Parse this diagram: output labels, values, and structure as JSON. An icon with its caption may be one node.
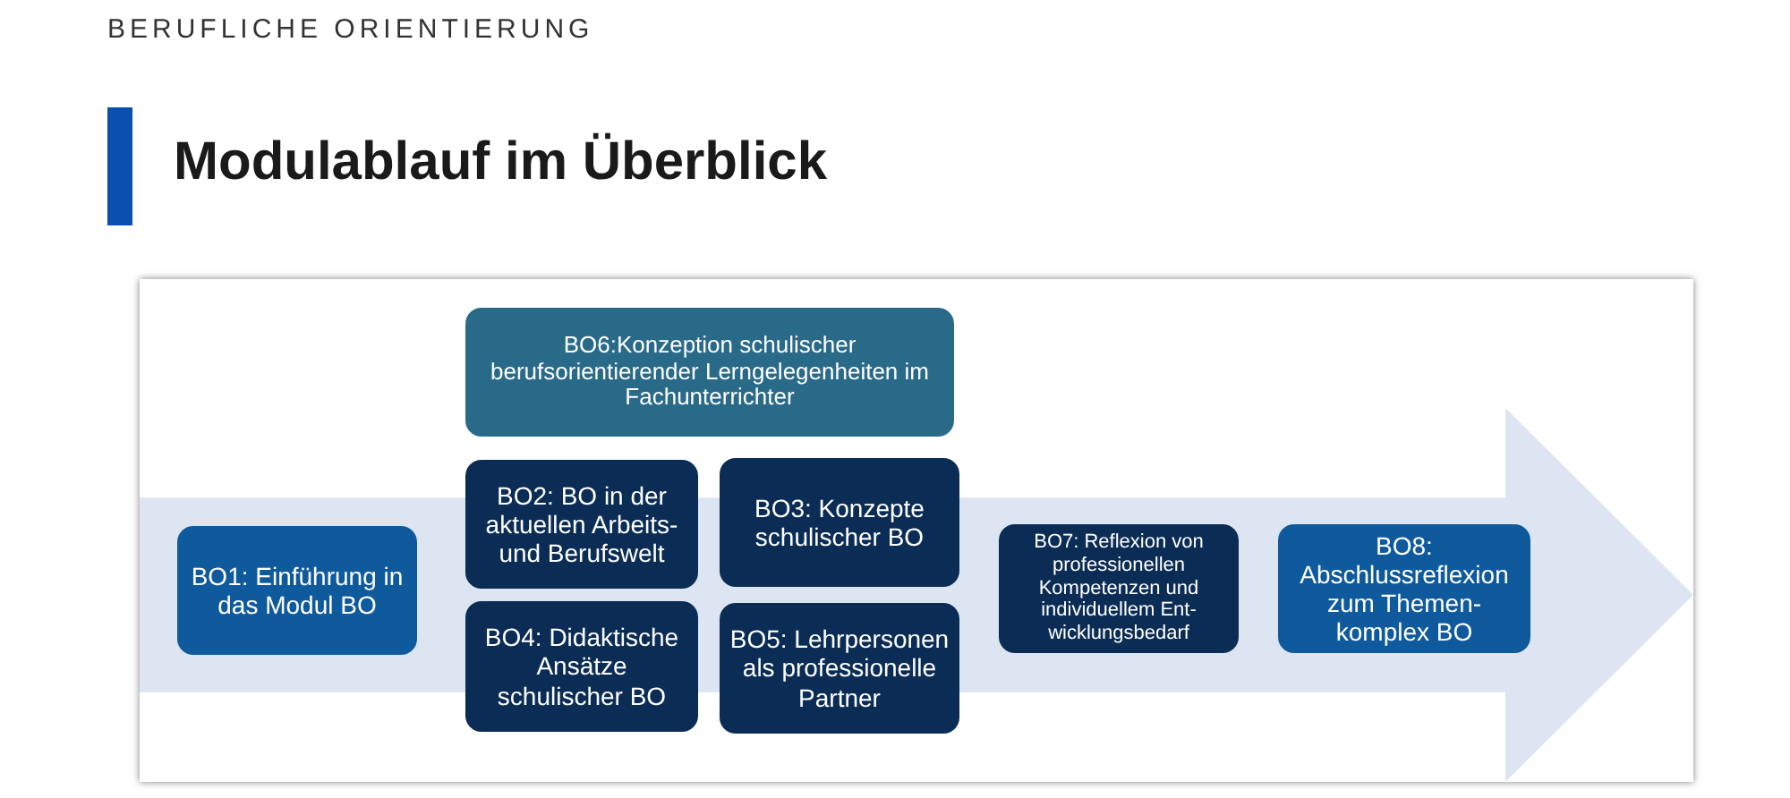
{
  "diagram": {
    "title": "Modulablauf im Überblick",
    "nodes": [
      {
        "text": [],
        "shape": "arrow"
      },
      {
        "text": [
          "BO1: Einführung in das Modul BO"
        ],
        "in": 0
      },
      {
        "text": [
          "BO6:Konzeption schulischer berufsorientierender Lerngelegenheiten im Fachunterrichter"
        ]
      },
      {
        "text": [
          "BO2: BO in der aktuellen Arbeits- und Berufswelt"
        ],
        "in": 0
      },
      {
        "text": [
          "BO3: Konzepte schulischer BO"
        ],
        "in": 0
      },
      {
        "text": [
          "BO4: Didaktische Ansätze schulischer BO"
        ],
        "in": 0
      },
      {
        "text": [
          "BO5: Lehrpersonen als professionelle Partner"
        ],
        "in": 0
      },
      {
        "text": [
          "BO7: Reflexion von professionellen Kompetenzen und individuellem Ent- wicklungsbedarf"
        ],
        "in": 0
      },
      {
        "text": [
          "BO8: Abschlussreflexion zum Themen- komplex BO"
        ],
        "in": 0
      }
    ],
    "labels": [
      "BERUFLICHE ORIENTIERUNG"
    ]
  }
}
